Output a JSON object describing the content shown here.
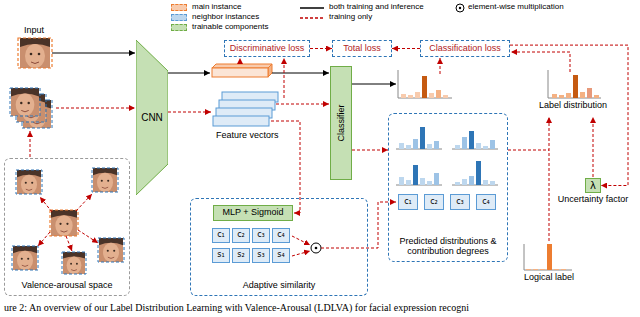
{
  "diagram": {
    "caption": "ure 2: An overview of our Label Distribution Learning with Valence-Arousal (LDLVA) for facial expression recogni",
    "nodes": [
      {
        "text": [
          "Discriminative loss"
        ]
      },
      {
        "text": [
          "Total loss"
        ]
      },
      {
        "text": [
          "Classification loss"
        ]
      },
      {
        "text": [
          "CNN"
        ]
      },
      {
        "text": [
          "Classifier"
        ]
      },
      {
        "text": [
          "Predicted distributions & contribution degrees"
        ]
      },
      {
        "text": [
          "c₁"
        ],
        "in": 5
      },
      {
        "text": [
          "c₂"
        ],
        "in": 5
      },
      {
        "text": [
          "c₃"
        ],
        "in": 5
      },
      {
        "text": [
          "c₄"
        ],
        "in": 5
      },
      {
        "text": [
          "Uncertainty factor",
          "λ"
        ]
      },
      {
        "text": [
          "Valence-arousal space"
        ]
      },
      {
        "text": [
          "Adaptive similarity"
        ]
      },
      {
        "text": [
          "MLP + Sigmoid"
        ],
        "in": 12
      },
      {
        "text": [
          "c₁"
        ],
        "in": 12
      },
      {
        "text": [
          "c₂"
        ],
        "in": 12
      },
      {
        "text": [
          "c₃"
        ],
        "in": 12
      },
      {
        "text": [
          "c₄"
        ],
        "in": 12
      },
      {
        "text": [
          "s₁"
        ],
        "in": 12
      },
      {
        "text": [
          "s₂"
        ],
        "in": 12
      },
      {
        "text": [
          "s₃"
        ],
        "in": 12
      },
      {
        "text": [
          "s₄"
        ],
        "in": 12
      }
    ],
    "edges": [
      {
        "from": 0,
        "to": 1,
        "arrow": "to"
      },
      {
        "from": 2,
        "to": 1,
        "arrow": "to"
      },
      {
        "from": 2,
        "to": 10,
        "arrow": "to"
      },
      {
        "from": 4,
        "to": 5,
        "arrow": "to"
      }
    ],
    "labels": [
      "Input",
      "Feature vectors",
      "Label distribution",
      "Logical label"
    ],
    "legend": [
      {
        "text": "main instance",
        "color": "#f8cbad"
      },
      {
        "text": "neighbor instances",
        "color": "#bdd7ee"
      },
      {
        "text": "trainable components",
        "color": "#c5e0b4"
      },
      {
        "text": "both training and inference"
      },
      {
        "text": "training only"
      },
      {
        "text": "element-wise multiplication"
      }
    ]
  }
}
